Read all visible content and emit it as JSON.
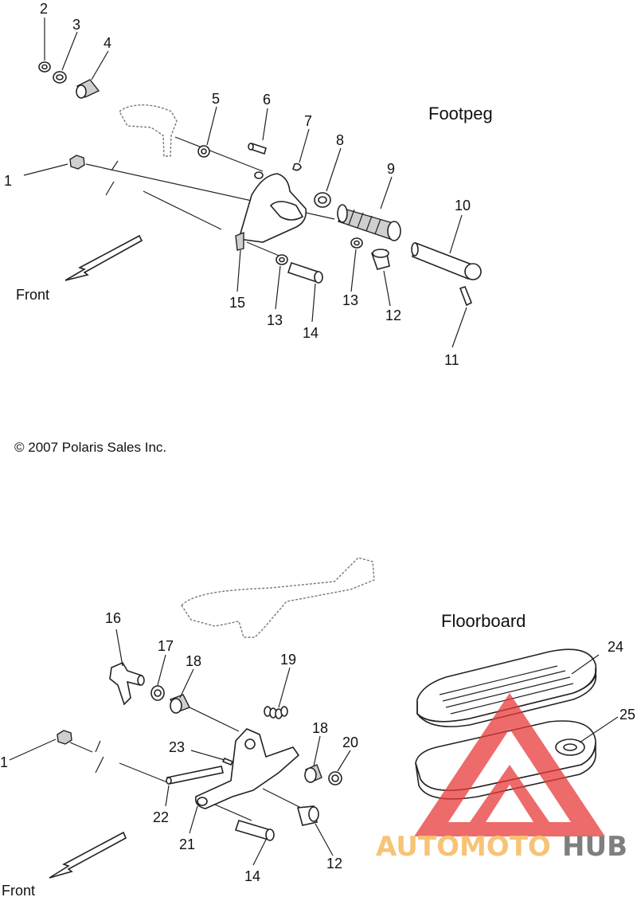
{
  "sections": {
    "footpeg_title": "Footpeg",
    "floorboard_title": "Floorboard",
    "copyright": "© 2007 Polaris Sales Inc."
  },
  "directions": {
    "front_top": "Front",
    "front_bottom": "Front"
  },
  "footpeg_labels": [
    "1",
    "2",
    "3",
    "4",
    "5",
    "6",
    "7",
    "8",
    "9",
    "10",
    "11",
    "12",
    "13",
    "13",
    "14",
    "15"
  ],
  "floorboard_labels": [
    "1",
    "12",
    "14",
    "16",
    "17",
    "18",
    "18",
    "19",
    "20",
    "21",
    "22",
    "23",
    "24",
    "25"
  ],
  "watermark": {
    "text_a": "AUTOMOTO",
    "text_b": "HUB",
    "color_a": "#f5b04a",
    "color_b": "#555555",
    "triangle_color": "#e83a3a"
  }
}
